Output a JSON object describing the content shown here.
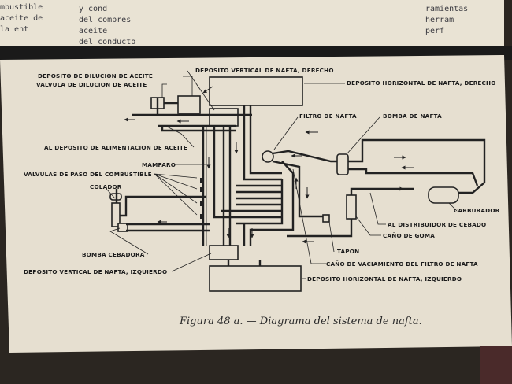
{
  "top_page_fragments": [
    "mbustible",
    "aceite de",
    "la ent",
    "y cond",
    "del compres",
    "aceite",
    "del conducto",
    "ramientas",
    "herram",
    "perf"
  ],
  "diagram": {
    "labels": {
      "deposito_dilucion": "DEPOSITO DE DILUCION DE ACEITE",
      "valvula_dilucion": "VALVULA DE DILUCION DE ACEITE",
      "deposito_vertical_derecho": "DEPOSITO VERTICAL DE NAFTA, DERECHO",
      "deposito_horizontal_derecho": "DEPOSITO HORIZONTAL DE NAFTA, DERECHO",
      "filtro_nafta": "FILTRO DE NAFTA",
      "bomba_nafta": "BOMBA DE NAFTA",
      "al_deposito_alimentacion": "AL DEPOSITO DE ALIMENTACION DE ACEITE",
      "mamparo": "MAMPARO",
      "valvulas_paso": "VALVULAS DE PASO DEL COMBUSTIBLE",
      "colador": "COLADOR",
      "carburador": "CARBURADOR",
      "al_distribuidor": "AL DISTRIBUIDOR DE CEBADO",
      "cano_goma": "CAÑO DE GOMA",
      "tapon": "TAPON",
      "bomba_cebadora": "BOMBA CEBADORA",
      "cano_vaciamiento": "CAÑO DE VACIAMIENTO DEL FILTRO DE NAFTA",
      "deposito_vertical_izquierdo": "DEPOSITO VERTICAL DE NAFTA, IZQUIERDO",
      "deposito_horizontal_izquierdo": "DEPOSITO HORIZONTAL DE NAFTA, IZQUIERDO"
    },
    "caption": "Figura 48 a. — Diagrama del sistema de nafta."
  }
}
